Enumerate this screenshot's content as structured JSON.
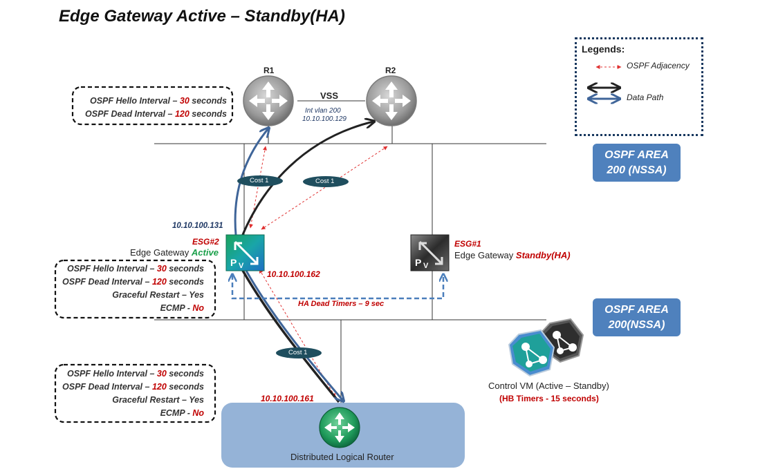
{
  "title": "Edge Gateway Active –  Standby(HA)",
  "legend": {
    "heading": "Legends:",
    "ospf_adjacency": "OSPF Adjacency",
    "data_path": "Data Path"
  },
  "areas": [
    {
      "line1": "OSPF AREA",
      "line2": "200 (NSSA)"
    },
    {
      "line1": "OSPF AREA",
      "line2": "200(NSSA)"
    }
  ],
  "routers": {
    "r1": "R1",
    "r2": "R2",
    "vss": "VSS",
    "int_vlan": "Int vlan 200",
    "int_ip": "10.10.100.129"
  },
  "box_top": {
    "hello_label": "OSPF Hello Interval",
    "hello_value": "30",
    "dead_label": "OSPF Dead Interval",
    "dead_value": "120",
    "units": "seconds"
  },
  "box_esg": {
    "hello_label": "OSPF Hello Interval",
    "hello_value": "30",
    "dead_label": "OSPF Dead Interval",
    "dead_value": "120",
    "units": "seconds",
    "graceful": "Graceful Restart",
    "graceful_value": "Yes",
    "ecmp": "ECMP",
    "ecmp_value": "No"
  },
  "box_dlr": {
    "hello_label": "OSPF Hello Interval",
    "hello_value": "30",
    "dead_label": "OSPF Dead Interval",
    "dead_value": "120",
    "units": "seconds",
    "graceful": "Graceful Restart",
    "graceful_value": "Yes",
    "ecmp": "ECMP",
    "ecmp_value": "No"
  },
  "esg2": {
    "tag": "ESG#2",
    "label": "Edge Gateway",
    "state": "Active",
    "uplink_ip": "10.10.100.131",
    "downlink_ip": "10.10.100.162"
  },
  "esg1": {
    "tag": "ESG#1",
    "label": "Edge Gateway",
    "state": "Standby(HA)"
  },
  "costs": [
    "Cost 1",
    "Cost 1",
    "Cost 1"
  ],
  "ha_timers": "HA Dead Timers – 9 sec",
  "dlr": {
    "label": "Distributed Logical Router",
    "ip": "10.10.100.161"
  },
  "control_vm": {
    "label": "Control VM (Active – Standby)",
    "timers": "(HB Timers - 15 seconds)"
  },
  "colors": {
    "router_gray": "#9a9a9a",
    "data_path_blue": "#3f6599",
    "adjacency_red": "#e03030",
    "area_blue": "#4f81bd",
    "dlr_bg": "#95b3d7",
    "cost_oval": "#1f4e5e"
  }
}
